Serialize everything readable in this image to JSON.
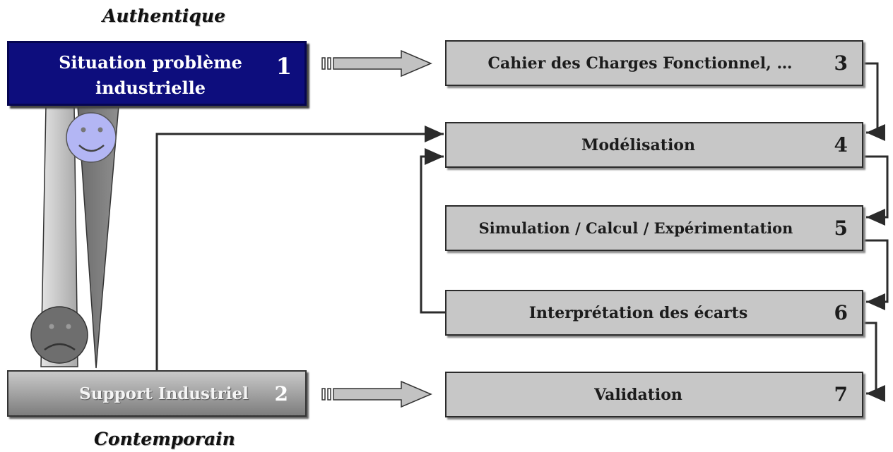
{
  "captions": {
    "top": "Authentique",
    "bottom": "Contemporain"
  },
  "left_boxes": {
    "problem": {
      "line1": "Situation problème",
      "line2": "industrielle",
      "number": "1"
    },
    "support": {
      "label": "Support Industriel",
      "number": "2"
    }
  },
  "steps": [
    {
      "label": "Cahier des Charges Fonctionnel, …",
      "number": "3"
    },
    {
      "label": "Modélisation",
      "number": "4"
    },
    {
      "label": "Simulation / Calcul / Expérimentation",
      "number": "5"
    },
    {
      "label": "Interprétation des écarts",
      "number": "6"
    },
    {
      "label": "Validation",
      "number": "7"
    }
  ],
  "colors": {
    "problem_box": "#0d0d7d",
    "step_box": "#c7c7c7",
    "happy_face": "#b3b6f4",
    "sad_face": "#6e6e6e",
    "connector": "#2b2b2b"
  },
  "icons": {
    "happy": "smiley-face-icon",
    "sad": "sad-face-icon"
  }
}
